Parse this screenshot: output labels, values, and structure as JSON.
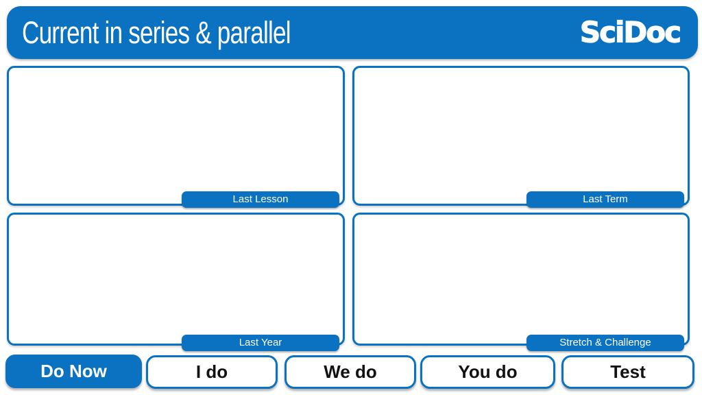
{
  "slide": {
    "title": "Current in series & parallel",
    "logo": "SciDoc"
  },
  "colors": {
    "accent_blue": "#0a72c1",
    "tab_text": "#121212",
    "background": "#ffffff"
  },
  "quadrants": [
    {
      "label": "Last Lesson"
    },
    {
      "label": "Last Term"
    },
    {
      "label": "Last Year"
    },
    {
      "label": "Stretch & Challenge"
    }
  ],
  "tabs": [
    {
      "label": "Do Now",
      "active": true
    },
    {
      "label": "I do",
      "active": false
    },
    {
      "label": "We do",
      "active": false
    },
    {
      "label": "You do",
      "active": false
    },
    {
      "label": "Test",
      "active": false
    }
  ]
}
